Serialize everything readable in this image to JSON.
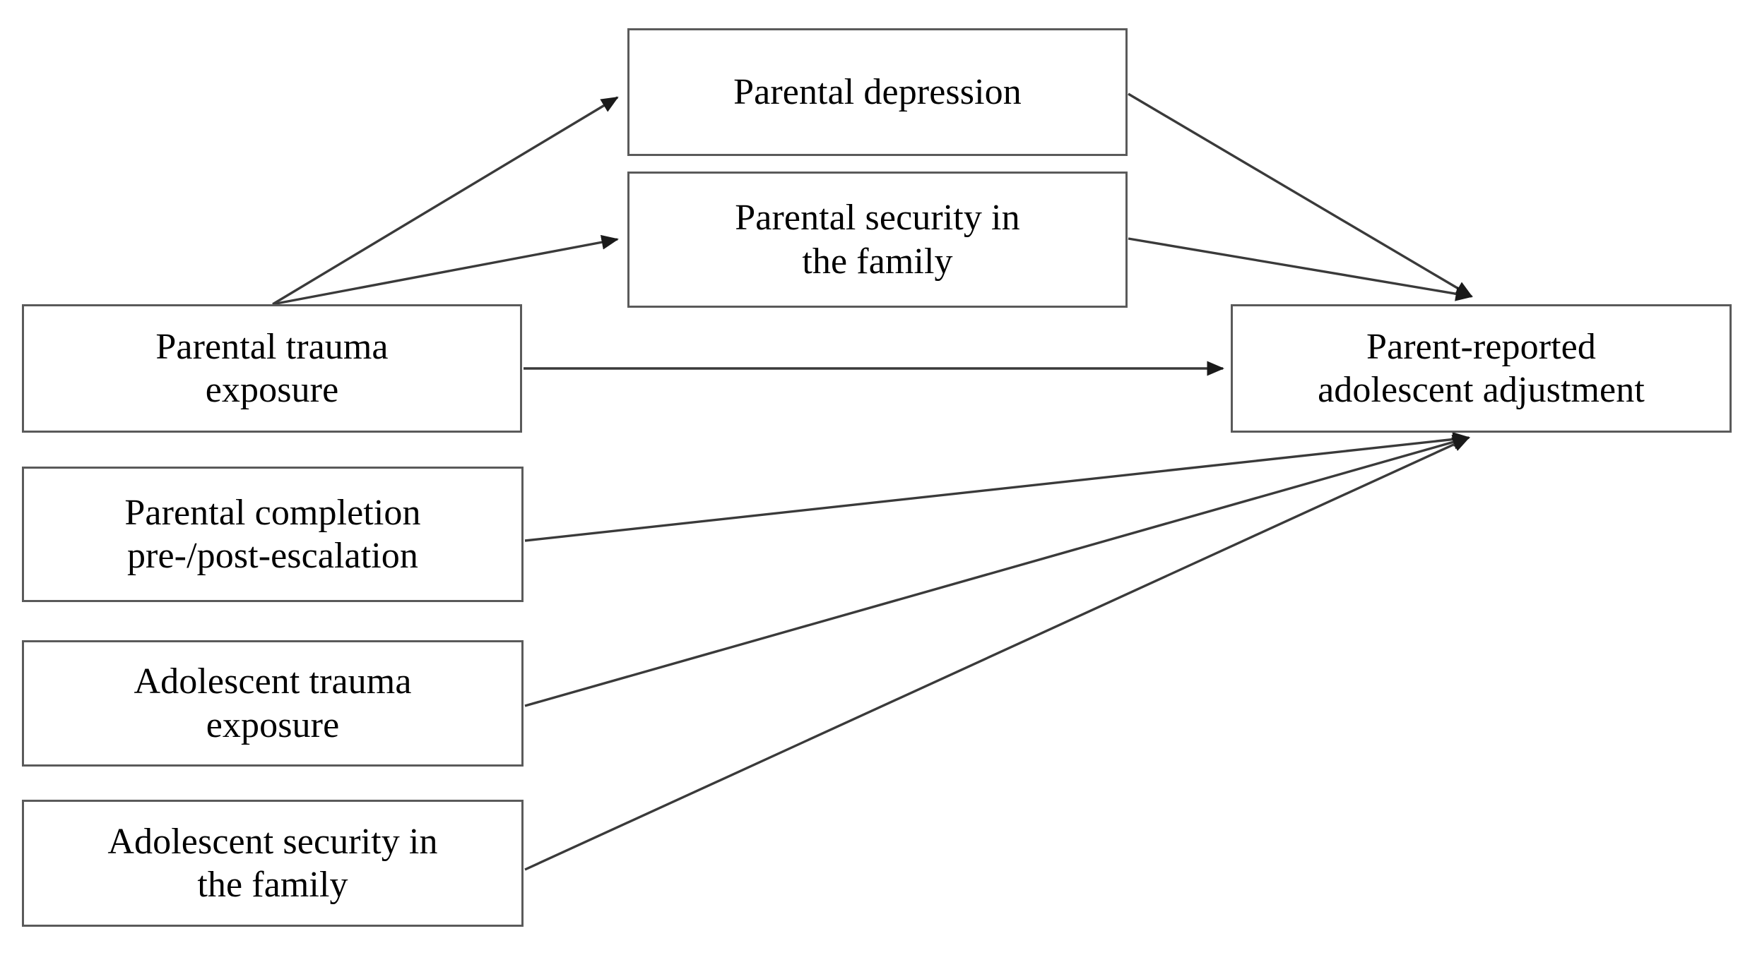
{
  "diagram": {
    "type": "path-model",
    "background_color": "#ffffff",
    "box_border_color": "#5a5a5a",
    "line_color": "#3a3a3a",
    "text_color": "#000000",
    "nodes": [
      {
        "id": "parental-depression",
        "label": "Parental depression",
        "role": "mediator"
      },
      {
        "id": "parental-security",
        "label": "Parental security in\nthe family",
        "role": "mediator"
      },
      {
        "id": "parental-trauma",
        "label": "Parental trauma\nexposure",
        "role": "predictor"
      },
      {
        "id": "parent-reported",
        "label": "Parent-reported\nadolescent adjustment",
        "role": "outcome"
      },
      {
        "id": "parental-completion",
        "label": "Parental completion\npre-/post-escalation",
        "role": "predictor"
      },
      {
        "id": "adolescent-trauma",
        "label": "Adolescent trauma\nexposure",
        "role": "predictor"
      },
      {
        "id": "adolescent-security",
        "label": "Adolescent security in\nthe family",
        "role": "predictor"
      }
    ],
    "edges": [
      {
        "id": "edge-trauma-to-depression",
        "from": "parental-trauma",
        "to": "parental-depression",
        "arrowhead": true
      },
      {
        "id": "edge-trauma-to-security",
        "from": "parental-trauma",
        "to": "parental-security",
        "arrowhead": true
      },
      {
        "id": "edge-depression-to-outcome",
        "from": "parental-depression",
        "to": "parent-reported",
        "arrowhead": true
      },
      {
        "id": "edge-security-to-outcome",
        "from": "parental-security",
        "to": "parent-reported",
        "arrowhead": true
      },
      {
        "id": "edge-trauma-to-outcome",
        "from": "parental-trauma",
        "to": "parent-reported",
        "arrowhead": true
      },
      {
        "id": "edge-completion-to-outcome",
        "from": "parental-completion",
        "to": "parent-reported",
        "arrowhead": true
      },
      {
        "id": "edge-adolescent-trauma-to-outcome",
        "from": "adolescent-trauma",
        "to": "parent-reported",
        "arrowhead": true
      },
      {
        "id": "edge-adolescent-security-to-outcome",
        "from": "adolescent-security",
        "to": "parent-reported",
        "arrowhead": true
      }
    ]
  }
}
